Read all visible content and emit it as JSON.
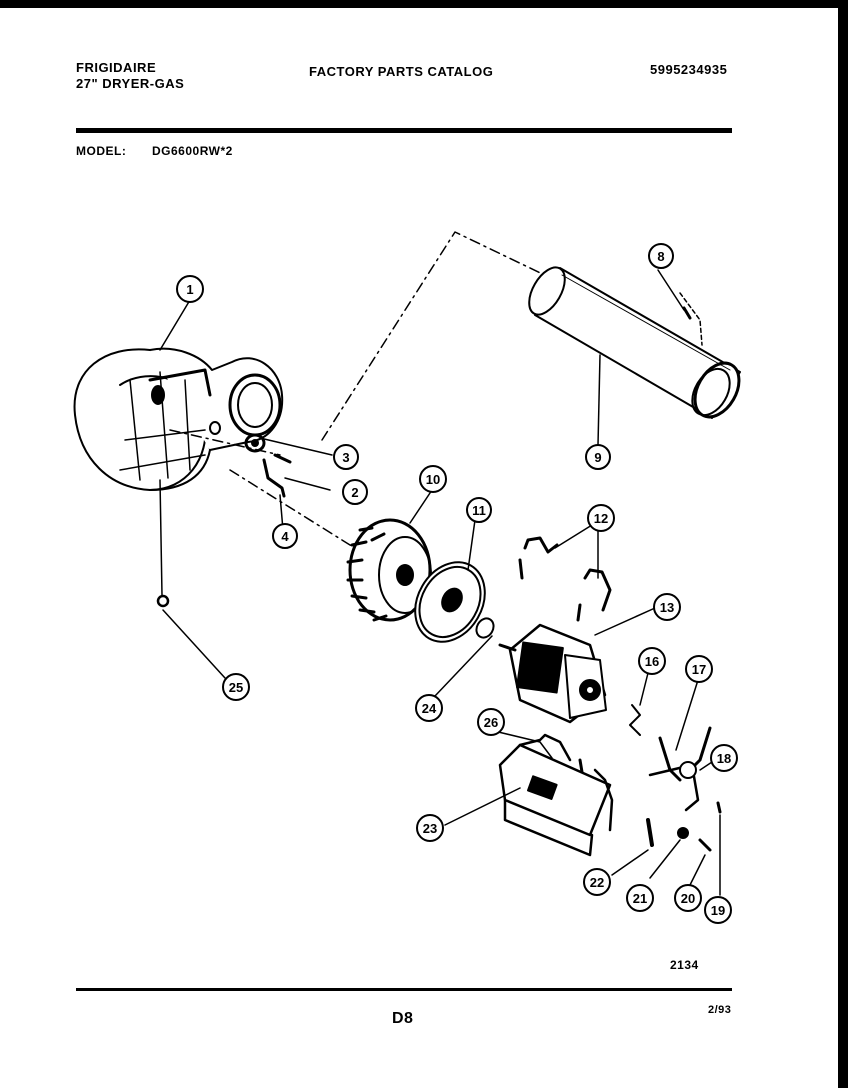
{
  "header": {
    "brand": "FRIGIDAIRE",
    "product": "27\" DRYER-GAS",
    "catalog_title": "FACTORY PARTS CATALOG",
    "catalog_number": "5995234935",
    "model_label": "MODEL:",
    "model_value": "DG6600RW*2"
  },
  "callouts": [
    "1",
    "2",
    "3",
    "4",
    "8",
    "9",
    "10",
    "11",
    "12",
    "13",
    "16",
    "17",
    "18",
    "19",
    "20",
    "21",
    "22",
    "23",
    "24",
    "25",
    "26"
  ],
  "footer": {
    "diagram_number": "2134",
    "page_code": "D8",
    "date": "2/93"
  }
}
